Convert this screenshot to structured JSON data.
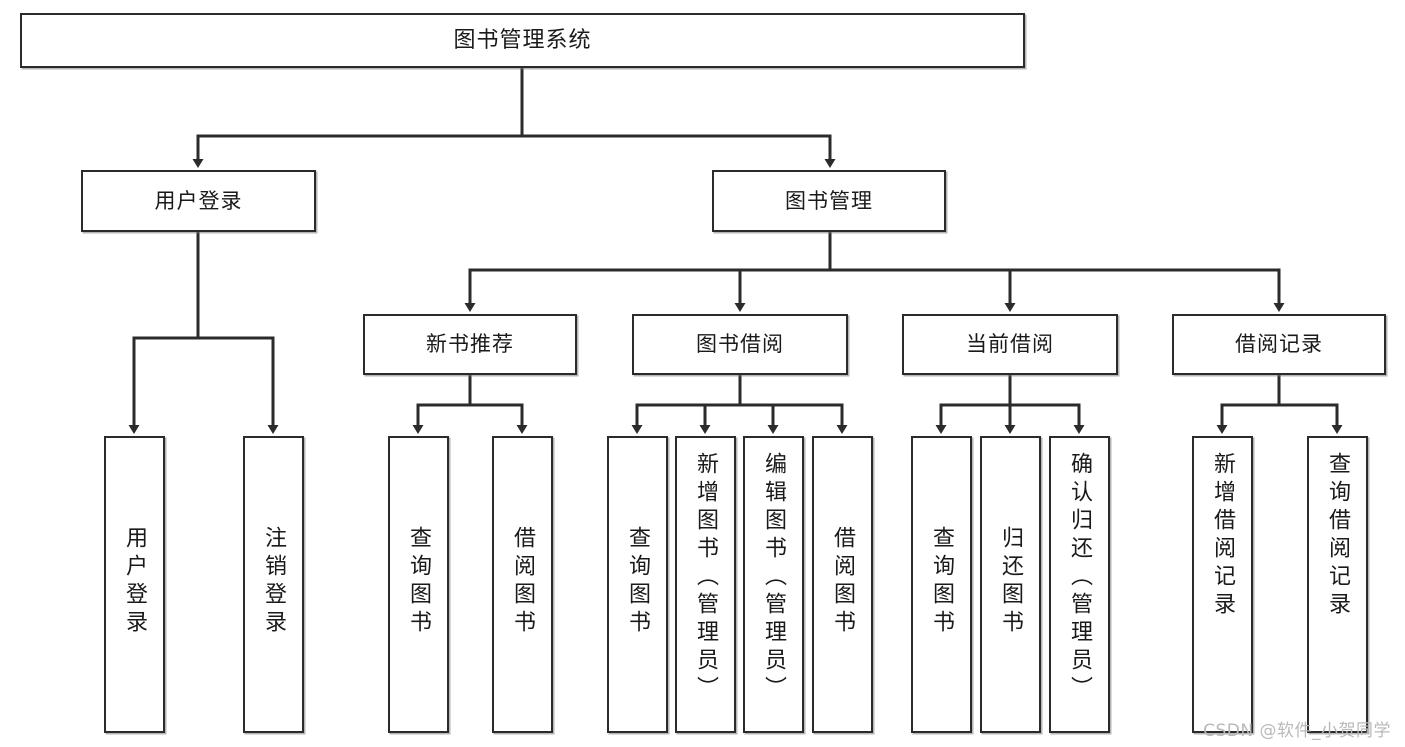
{
  "diagram": {
    "title": "图书管理系统",
    "type": "tree-hierarchy",
    "root": {
      "label": "图书管理系统"
    },
    "level2": [
      {
        "label": "用户登录"
      },
      {
        "label": "图书管理"
      }
    ],
    "level3": [
      {
        "label": "新书推荐"
      },
      {
        "label": "图书借阅"
      },
      {
        "label": "当前借阅"
      },
      {
        "label": "借阅记录"
      }
    ],
    "leaves": [
      {
        "label": "用户登录"
      },
      {
        "label": "注销登录"
      },
      {
        "label": "查询图书"
      },
      {
        "label": "借阅图书"
      },
      {
        "label": "查询图书"
      },
      {
        "label": "新增图书（管理员）"
      },
      {
        "label": "编辑图书（管理员）"
      },
      {
        "label": "借阅图书"
      },
      {
        "label": "查询图书"
      },
      {
        "label": "归还图书"
      },
      {
        "label": "确认归还（管理员）"
      },
      {
        "label": "新增借阅记录"
      },
      {
        "label": "查询借阅记录"
      }
    ],
    "colors": {
      "stroke": "#2b2b2b",
      "fill": "#ffffff",
      "text": "#1a1a1a",
      "watermark": "#b9b9b9"
    }
  },
  "watermark": {
    "text": "CSDN @软件_小贺同学"
  }
}
